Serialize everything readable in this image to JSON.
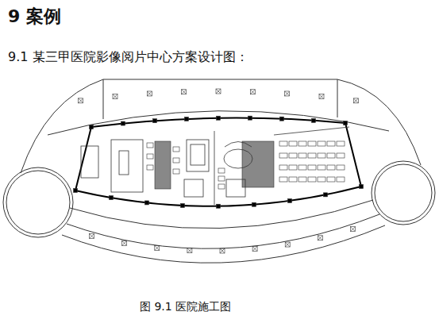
{
  "diagram": {
    "title": "9 案例",
    "caption": "图 9.1 医院施工图",
    "labels": [
      "9.1 某三甲医院影像阅片中心方案设计图："
    ]
  }
}
